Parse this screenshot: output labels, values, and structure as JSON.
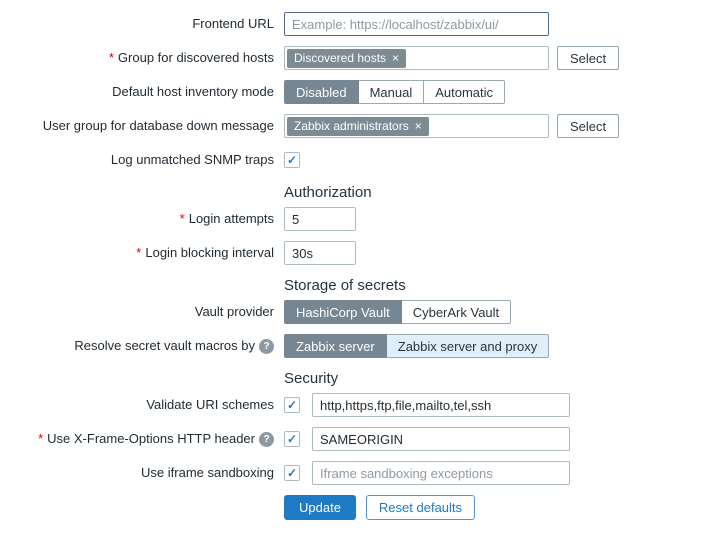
{
  "colors": {
    "accent_blue": "#1f7ac6",
    "chip_gray": "#7d8b94",
    "segment_selected_gray": "#768692",
    "segment_highlight_blue": "#e0eef9",
    "input_border_gray": "#acbbc2",
    "focus_border_blue": "#4c6b8f",
    "required_red": "#d40000"
  },
  "icons": {
    "check": "✓",
    "help": "?",
    "remove": "×"
  },
  "form": {
    "frontend_url": {
      "label": "Frontend URL",
      "placeholder": "Example: https://localhost/zabbix/ui/"
    },
    "discovered_hosts_group": {
      "label": "Group for discovered hosts",
      "required_mark": "*",
      "chip": "Discovered hosts",
      "select_button": "Select"
    },
    "inventory_mode": {
      "label": "Default host inventory mode",
      "options": [
        "Disabled",
        "Manual",
        "Automatic"
      ],
      "selected": "Disabled"
    },
    "db_down_user_group": {
      "label": "User group for database down message",
      "chip": "Zabbix administrators",
      "select_button": "Select"
    },
    "snmp_traps": {
      "label": "Log unmatched SNMP traps",
      "checked": true
    },
    "authorization_header": "Authorization",
    "login_attempts": {
      "label": "Login attempts",
      "required_mark": "*",
      "value": "5"
    },
    "login_blocking_interval": {
      "label": "Login blocking interval",
      "required_mark": "*",
      "value": "30s"
    },
    "storage_header": "Storage of secrets",
    "vault_provider": {
      "label": "Vault provider",
      "options": [
        "HashiCorp Vault",
        "CyberArk Vault"
      ],
      "selected": "HashiCorp Vault"
    },
    "vault_macros": {
      "label": "Resolve secret vault macros by",
      "options": [
        "Zabbix server",
        "Zabbix server and proxy"
      ],
      "selected": "Zabbix server"
    },
    "security_header": "Security",
    "validate_uri": {
      "label": "Validate URI schemes",
      "checked": true,
      "value": "http,https,ftp,file,mailto,tel,ssh"
    },
    "x_frame": {
      "label": "Use X-Frame-Options HTTP header",
      "required_mark": "*",
      "checked": true,
      "value": "SAMEORIGIN"
    },
    "iframe_sandbox": {
      "label": "Use iframe sandboxing",
      "checked": true,
      "placeholder": "Iframe sandboxing exceptions"
    },
    "footer": {
      "update_button": "Update",
      "reset_button": "Reset defaults"
    }
  }
}
